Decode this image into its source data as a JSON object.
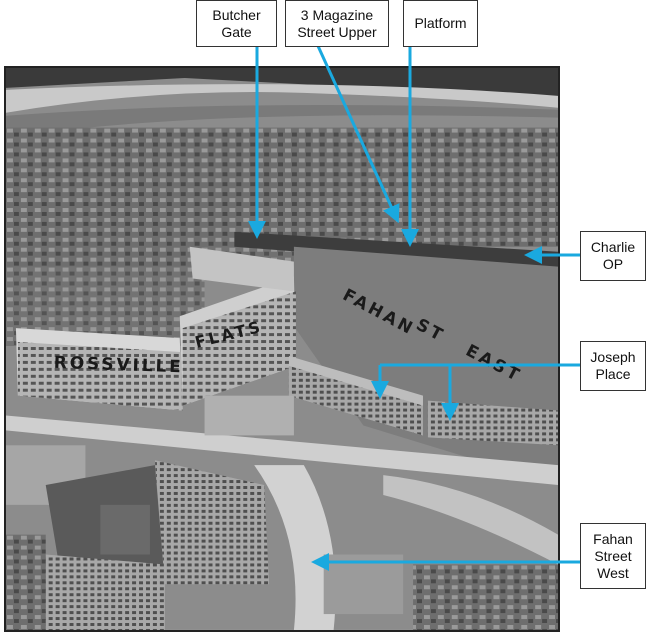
{
  "labels": {
    "butcher_gate": "Butcher\nGate",
    "magazine_street": "3 Magazine\nStreet Upper",
    "platform": "Platform",
    "charlie_op": "Charlie\nOP",
    "joseph_place": "Joseph\nPlace",
    "fahan_street_west": "Fahan\nStreet\nWest"
  },
  "photo_annotations": {
    "rossville": "ROSSVILLE",
    "flats": "FLATS",
    "fahan": "FAHAN",
    "st": "ST",
    "east": "EAST"
  },
  "colors": {
    "arrow": "#1aa9df",
    "label_border": "#333333"
  }
}
